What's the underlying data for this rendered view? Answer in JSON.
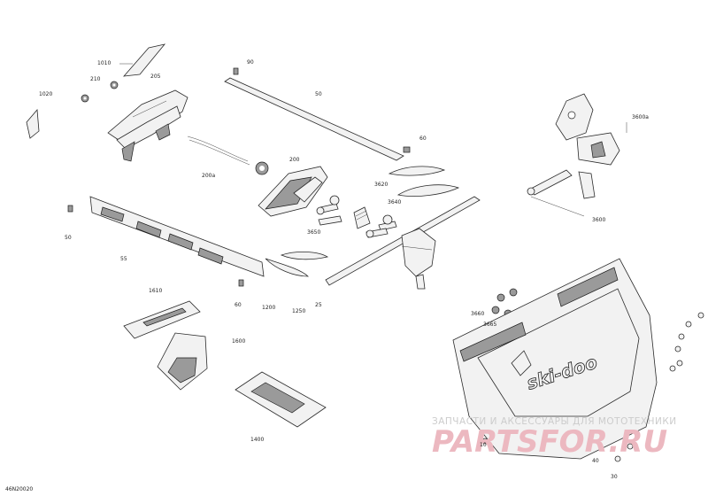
{
  "diagram": {
    "reference_code": "46N20020",
    "part_numbers": [
      "1010",
      "90",
      "205",
      "210",
      "1020",
      "50",
      "60",
      "200a",
      "200",
      "3620",
      "3600a",
      "3640",
      "50",
      "55",
      "3650",
      "3600",
      "60",
      "1610",
      "1200",
      "1250",
      "25",
      "3660",
      "3665",
      "1600",
      "10",
      "1400",
      "30",
      "40"
    ],
    "watermark": {
      "line1": "ЗАПЧАСТИ И АКСЕССУАРЫ ДЛЯ МОТОТЕХНИКИ",
      "line2": "PARTSFOR.RU"
    },
    "brand_text": "ski-doo"
  }
}
